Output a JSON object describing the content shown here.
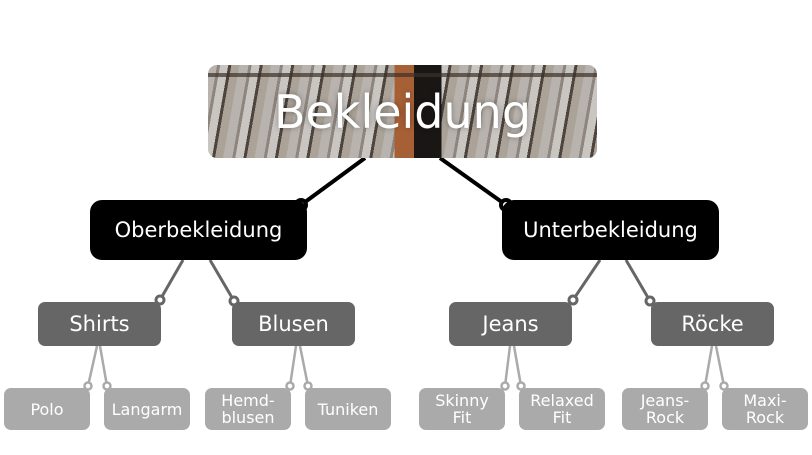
{
  "root": {
    "label": "Bekleidung"
  },
  "level1": [
    {
      "label": "Oberbekleidung"
    },
    {
      "label": "Unterbekleidung"
    }
  ],
  "level2": [
    {
      "label": "Shirts"
    },
    {
      "label": "Blusen"
    },
    {
      "label": "Jeans"
    },
    {
      "label": "Röcke"
    }
  ],
  "level3": [
    {
      "line1": "Polo",
      "line2": ""
    },
    {
      "line1": "Langarm",
      "line2": ""
    },
    {
      "line1": "Hemd-",
      "line2": "blusen"
    },
    {
      "line1": "Tuniken",
      "line2": ""
    },
    {
      "line1": "Skinny",
      "line2": "Fit"
    },
    {
      "line1": "Relaxed",
      "line2": "Fit"
    },
    {
      "line1": "Jeans-",
      "line2": "Rock"
    },
    {
      "line1": "Maxi-",
      "line2": "Rock"
    }
  ],
  "colors": {
    "level1": "#000000",
    "level2": "#666666",
    "level3": "#aaaaaa"
  }
}
